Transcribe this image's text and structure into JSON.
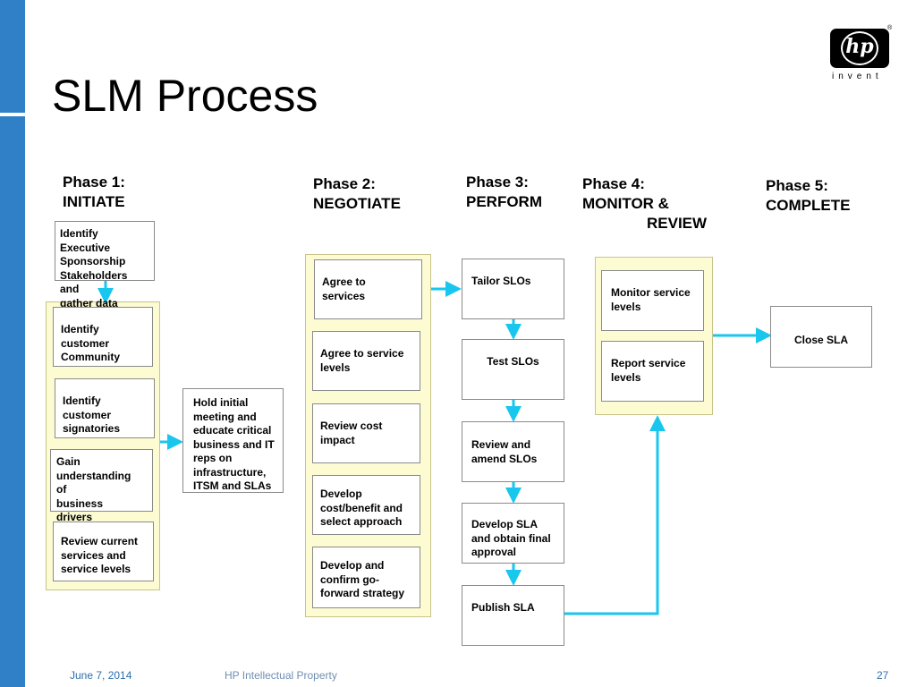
{
  "title": "SLM Process",
  "logo": {
    "mark": "hp",
    "tagline": "invent",
    "registered": "®"
  },
  "phases": [
    {
      "id": "p1",
      "line1": "Phase 1:",
      "line2": "INITIATE",
      "line3": ""
    },
    {
      "id": "p2",
      "line1": "Phase 2:",
      "line2": "NEGOTIATE",
      "line3": ""
    },
    {
      "id": "p3",
      "line1": "Phase 3:",
      "line2": "PERFORM",
      "line3": ""
    },
    {
      "id": "p4",
      "line1": "Phase 4:",
      "line2": "MONITOR &",
      "line3": "REVIEW"
    },
    {
      "id": "p5",
      "line1": "Phase 5:",
      "line2": "COMPLETE",
      "line3": ""
    }
  ],
  "steps": {
    "p1_exec": "Identify Executive\nSponsorship\nStakeholders and\ngather data",
    "p1_community": "Identify\ncustomer\nCommunity",
    "p1_signatories": "Identify\ncustomer\nsignatories",
    "p1_drivers": "Gain\nunderstanding\nof\nbusiness\ndrivers",
    "p1_review": "Review current\nservices and\nservice levels",
    "p1_hold": "Hold initial\nmeeting and\neducate critical\nbusiness and IT\nreps on\ninfrastructure,\nITSM and SLAs",
    "p2_agree_services": "Agree to\nservices",
    "p2_agree_levels": "Agree to service\nlevels",
    "p2_review_cost": "Review cost\nimpact",
    "p2_develop_cost": "Develop\ncost/benefit and\nselect approach",
    "p2_develop_confirm": "Develop and\nconfirm go-\nforward strategy",
    "p3_tailor": "Tailor SLOs",
    "p3_test": "Test SLOs",
    "p3_review": "Review and\namend SLOs",
    "p3_develop": "Develop SLA\nand obtain final\napproval",
    "p3_publish": "Publish SLA",
    "p4_monitor": "Monitor service\nlevels",
    "p4_report": "Report service\nlevels",
    "p5_close": "Close SLA"
  },
  "colors": {
    "sidebar": "#2f80c6",
    "arrow": "#18c6ee",
    "group_fill": "#fdfbd2",
    "footer": "#2f6fae"
  },
  "footer": {
    "date": "June 7, 2014",
    "owner": "HP Intellectual Property",
    "page": "27"
  }
}
